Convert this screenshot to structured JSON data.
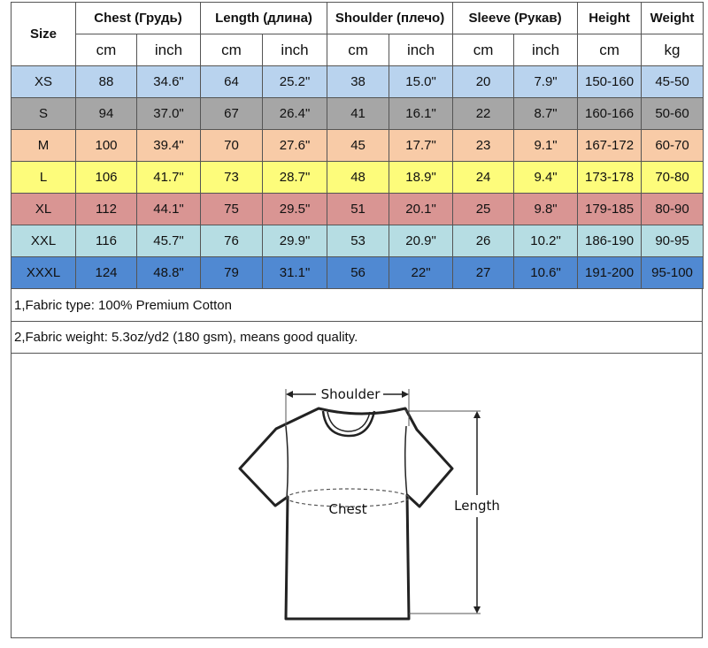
{
  "table": {
    "size_header": "Size",
    "groups": [
      {
        "label": "Chest  (Грудь)",
        "units": [
          "cm",
          "inch"
        ]
      },
      {
        "label": "Length (длина)",
        "units": [
          "cm",
          "inch"
        ]
      },
      {
        "label": "Shoulder (плечо)",
        "units": [
          "cm",
          "inch"
        ]
      },
      {
        "label": "Sleeve (Рукав)",
        "units": [
          "cm",
          "inch"
        ]
      },
      {
        "label": "Height",
        "units": [
          "cm"
        ]
      },
      {
        "label": "Weight",
        "units": [
          "kg"
        ]
      }
    ],
    "rows": [
      {
        "color": "#b9d3ee",
        "cells": [
          "XS",
          "88",
          "34.6\"",
          "64",
          "25.2\"",
          "38",
          "15.0\"",
          "20",
          "7.9\"",
          "150-160",
          "45-50"
        ]
      },
      {
        "color": "#a6a6a6",
        "cells": [
          "S",
          "94",
          "37.0\"",
          "67",
          "26.4\"",
          "41",
          "16.1\"",
          "22",
          "8.7\"",
          "160-166",
          "50-60"
        ]
      },
      {
        "color": "#f8cba7",
        "cells": [
          "M",
          "100",
          "39.4\"",
          "70",
          "27.6\"",
          "45",
          "17.7\"",
          "23",
          "9.1\"",
          "167-172",
          "60-70"
        ]
      },
      {
        "color": "#fdfc7b",
        "cells": [
          "L",
          "106",
          "41.7\"",
          "73",
          "28.7\"",
          "48",
          "18.9\"",
          "24",
          "9.4\"",
          "173-178",
          "70-80"
        ]
      },
      {
        "color": "#d99593",
        "cells": [
          "XL",
          "112",
          "44.1\"",
          "75",
          "29.5\"",
          "51",
          "20.1\"",
          "25",
          "9.8\"",
          "179-185",
          "80-90"
        ]
      },
      {
        "color": "#b6dde3",
        "cells": [
          "XXL",
          "116",
          "45.7\"",
          "76",
          "29.9\"",
          "53",
          "20.9\"",
          "26",
          "10.2\"",
          "186-190",
          "90-95"
        ]
      },
      {
        "color": "#5089d2",
        "cells": [
          "XXXL",
          "124",
          "48.8\"",
          "79",
          "31.1\"",
          "56",
          "22\"",
          "27",
          "10.6\"",
          "191-200",
          "95-100"
        ]
      }
    ]
  },
  "notes": {
    "fabric_type": "1,Fabric type: 100% Premium Cotton",
    "fabric_weight": "2,Fabric weight: 5.3oz/yd2 (180 gsm), means good quality."
  },
  "diagram": {
    "shoulder_label": "Shoulder",
    "chest_label": "Chest",
    "length_label": "Length"
  }
}
